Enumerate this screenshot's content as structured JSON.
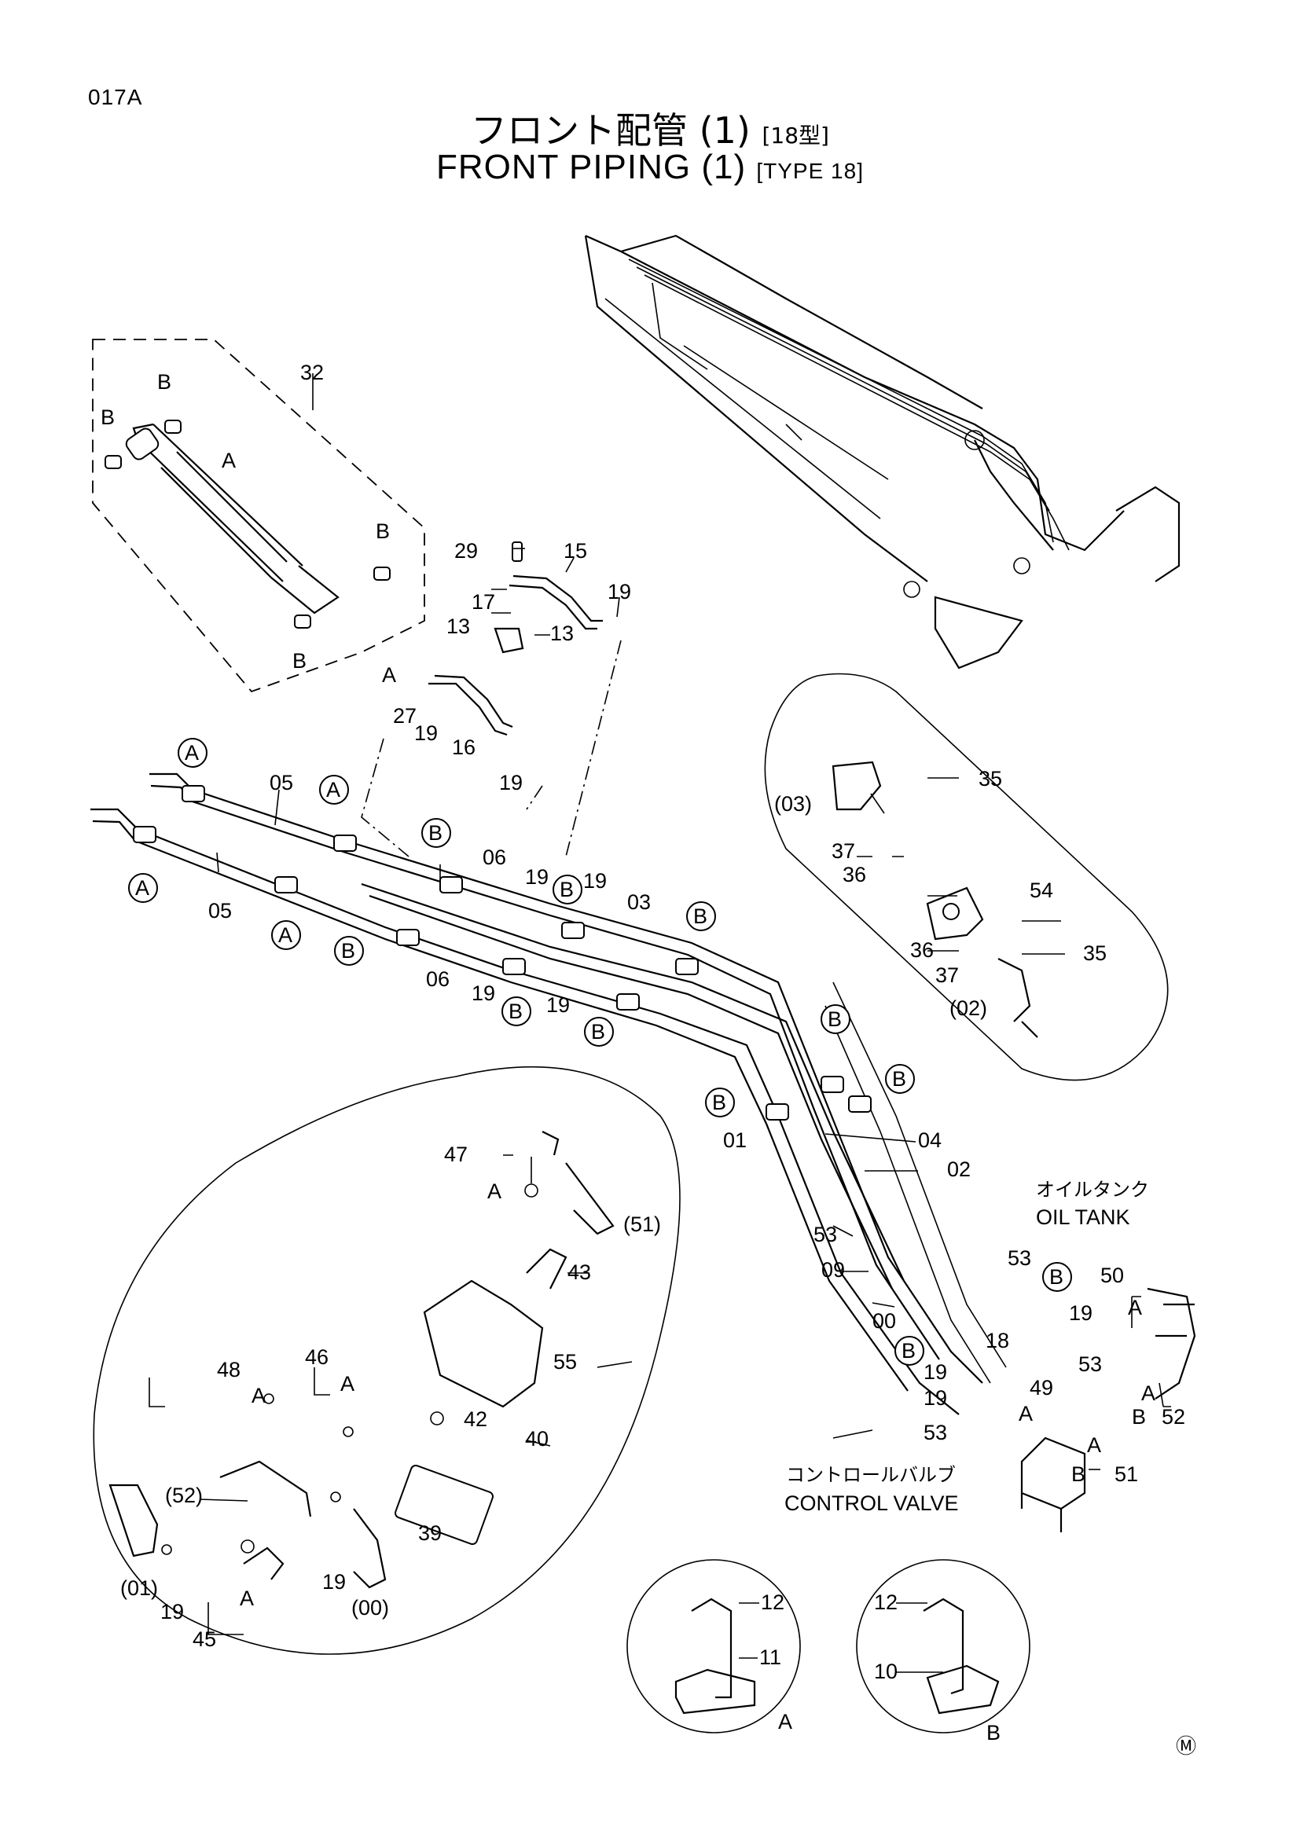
{
  "page_code": "017A",
  "title_jp": "フロント配管 (1)",
  "type_jp": "[18型]",
  "title_en": "FRONT PIPING (1)",
  "type_en": "[TYPE 18]",
  "labels": {
    "oil_tank_jp": "オイルタンク",
    "oil_tank_en": "OIL TANK",
    "control_valve_jp": "コントロールバルブ",
    "control_valve_en": "CONTROL VALVE",
    "detail_a": "A",
    "detail_b": "B"
  },
  "callouts": {
    "c32": "32",
    "c29": "29",
    "c15": "15",
    "c17": "17",
    "c13a": "13",
    "c13b": "13",
    "c19": "19",
    "c27": "27",
    "c16": "16",
    "c05": "05",
    "c06": "06",
    "c03": "03",
    "c01": "01",
    "c04": "04",
    "c02": "02",
    "c53": "53",
    "c09": "09",
    "c00": "00",
    "c35": "35",
    "c54": "54",
    "c36": "36",
    "c37": "37",
    "c_03p": "(03)",
    "c_02p": "(02)",
    "c47": "47",
    "c43": "43",
    "c_51p": "(51)",
    "c55": "55",
    "c46": "46",
    "c48": "48",
    "c42": "42",
    "c40": "40",
    "c_52p": "(52)",
    "c39": "39",
    "c_01p": "(01)",
    "c_00p": "(00)",
    "c45": "45",
    "c50": "50",
    "c18": "18",
    "c49": "49",
    "c52": "52",
    "c51": "51",
    "c12": "12",
    "c11": "11",
    "c10": "10",
    "a": "A",
    "b": "B"
  },
  "mark": "Ⓜ"
}
